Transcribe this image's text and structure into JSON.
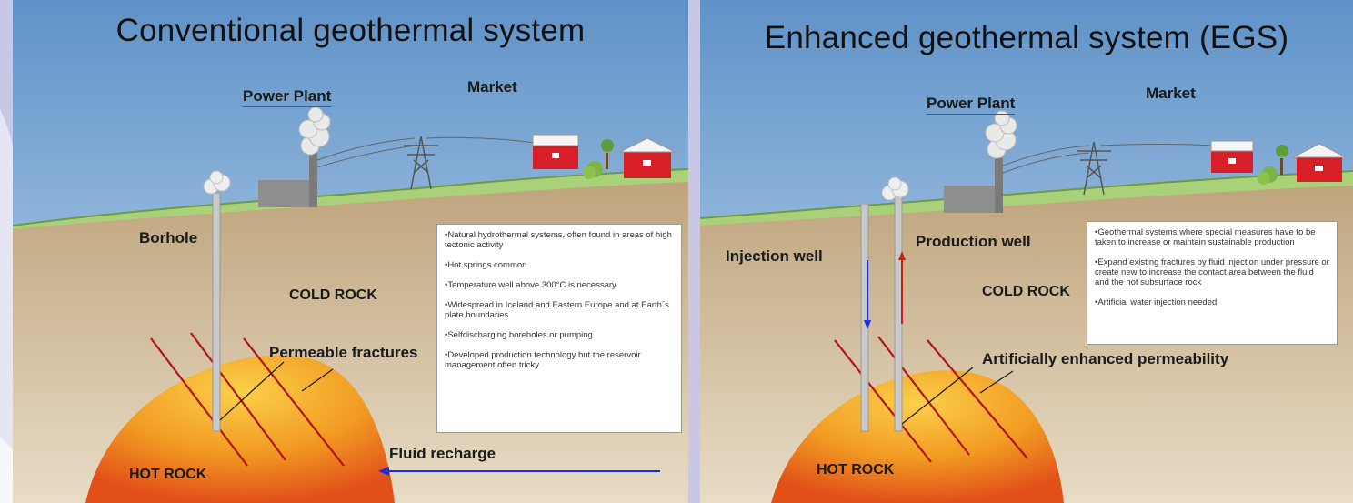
{
  "colors": {
    "sky_top": "#5f92c8",
    "sky_bottom": "#bcd7ee",
    "grass": "#a9d17a",
    "rock": "#c8b28a",
    "hot_rock": "#f08a1e",
    "fracture": "#b0161a",
    "injection_arrow": "#1f2fd6",
    "production_arrow": "#d51a1a",
    "background": "#c9c6e6"
  },
  "left": {
    "title": "Conventional geothermal system",
    "power_plant": "Power Plant",
    "market": "Market",
    "borehole": "Borhole",
    "cold_rock": "COLD ROCK",
    "fractures": "Permeable fractures",
    "fluid_recharge": "Fluid recharge",
    "hot_rock": "HOT ROCK",
    "info": [
      "•Natural hydrothermal systems, often found in areas of high tectonic activity",
      "•Hot springs common",
      "•Temperature well above 300°C is necessary",
      "•Widespread in Iceland and Eastern Europe and at Earth´s plate boundaries",
      "•Selfdischarging boreholes or pumping",
      "•Developed production technology but the reservoir management often tricky"
    ]
  },
  "right": {
    "title": "Enhanced geothermal system (EGS)",
    "power_plant": "Power Plant",
    "market": "Market",
    "injection_well": "Injection well",
    "production_well": "Production well",
    "cold_rock": "COLD ROCK",
    "permeability": "Artificially enhanced permeability",
    "hot_rock": "HOT ROCK",
    "info": [
      "•Geothermal systems where special measures have to be taken to increase or maintain sustainable production",
      "•Expand existing fractures by fluid injection under pressure or create new to increase the contact area between the fluid and the hot subsurface rock",
      "•Artificial water injection needed"
    ]
  }
}
